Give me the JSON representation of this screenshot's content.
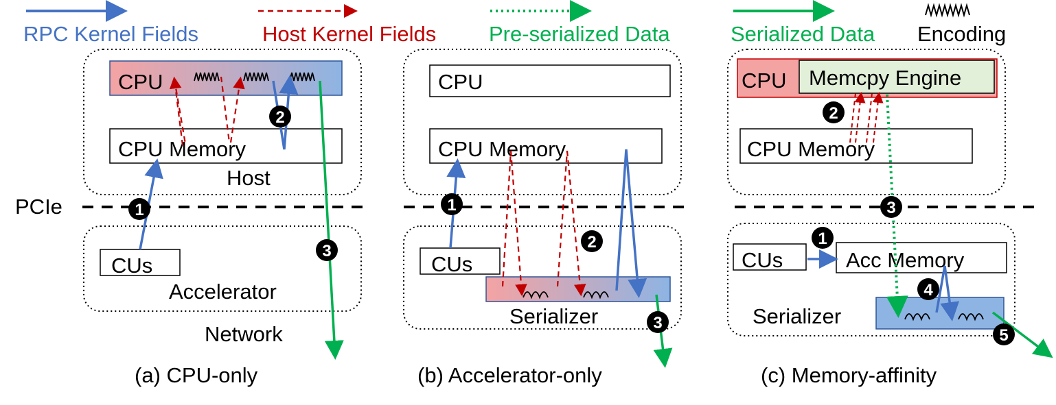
{
  "legend": {
    "rpc_kernel_fields": "RPC Kernel Fields",
    "host_kernel_fields": "Host Kernel Fields",
    "pre_serialized_data": "Pre-serialized Data",
    "serialized_data": "Serialized Data",
    "encoding": "Encoding"
  },
  "colors": {
    "rpc": "#4472c4",
    "rpc_dark": "#2f5597",
    "host": "#c00000",
    "green": "#00b050",
    "cpu_red": "#f4a3a3",
    "blue_fill": "#8eb4e3",
    "engine_fill": "#e2efd9"
  },
  "pcie_label": "PCIe",
  "panel_a": {
    "cpu": "CPU",
    "cpu_memory": "CPU Memory",
    "host": "Host",
    "cus": "CUs",
    "accelerator": "Accelerator",
    "network": "Network",
    "caption": "(a) CPU-only",
    "step1": "1",
    "step2": "2",
    "step3": "3"
  },
  "panel_b": {
    "cpu": "CPU",
    "cpu_memory": "CPU Memory",
    "cus": "CUs",
    "serializer": "Serializer",
    "caption": "(b) Accelerator-only",
    "step1": "1",
    "step2": "2",
    "step3": "3"
  },
  "panel_c": {
    "cpu": "CPU",
    "memcpy_engine": "Memcpy Engine",
    "cpu_memory": "CPU Memory",
    "cus": "CUs",
    "acc_memory": "Acc Memory",
    "serializer": "Serializer",
    "caption": "(c) Memory-affinity",
    "step1": "1",
    "step2": "2",
    "step3": "3",
    "step4": "4",
    "step5": "5"
  }
}
